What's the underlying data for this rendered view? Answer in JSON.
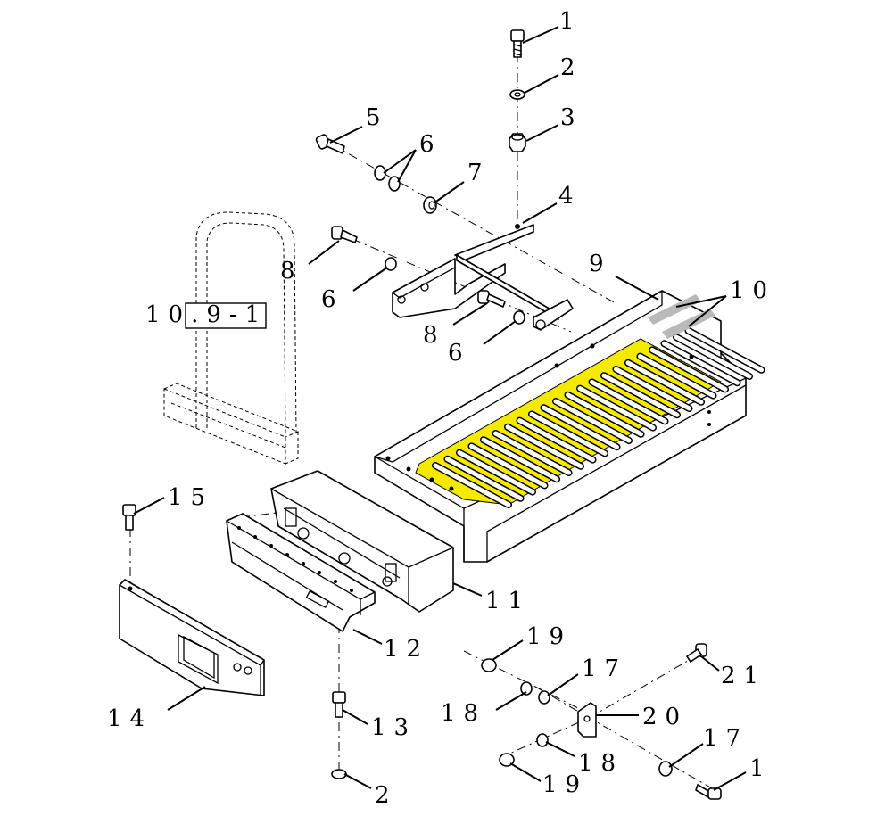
{
  "diagram": {
    "callouts": {
      "c1_top": "1",
      "c2_top": "2",
      "c3": "3",
      "c4": "4",
      "c5": "5",
      "c6_top": "6",
      "c7": "7",
      "c8_upper": "8",
      "c6_mid": "6",
      "c8_lower": "8",
      "c6_lower": "6",
      "c9": "9",
      "c10": "10",
      "c11": "11",
      "c12": "12",
      "c13": "13",
      "c14": "14",
      "c15": "15",
      "c2_bottom": "2",
      "c19_upper": "19",
      "c17_upper": "17",
      "c18_upper": "18",
      "c20": "20",
      "c21": "21",
      "c17_lower": "17",
      "c18_lower": "18",
      "c19_lower": "19",
      "c1_bottom": "1"
    },
    "reference_box": "10.9-1",
    "colors": {
      "tread_fill": "#f4ea00",
      "decal_fill": "#b9b9b9",
      "line": "#000000",
      "background": "#ffffff"
    }
  }
}
